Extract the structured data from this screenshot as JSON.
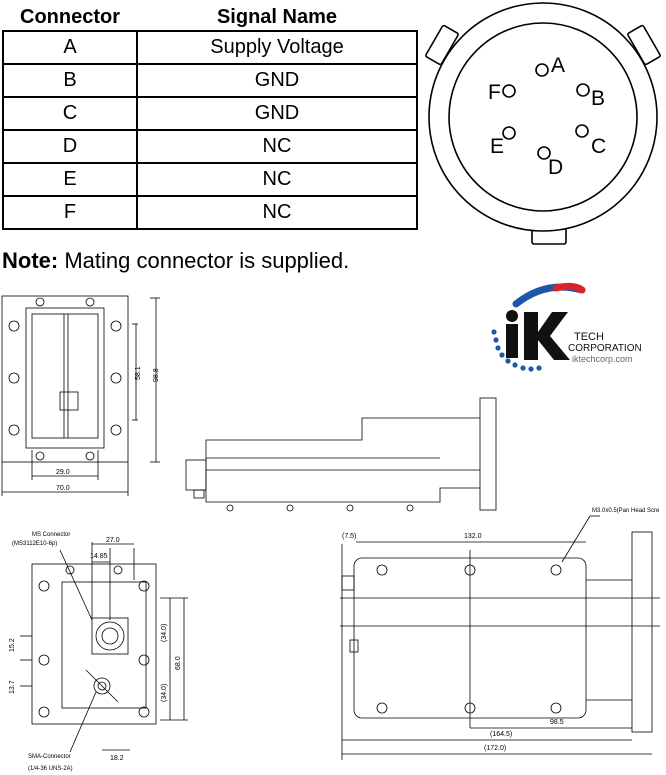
{
  "table": {
    "headers": [
      "Connector",
      "Signal Name"
    ],
    "rows": [
      {
        "pin": "A",
        "signal": "Supply Voltage"
      },
      {
        "pin": "B",
        "signal": "GND"
      },
      {
        "pin": "C",
        "signal": "GND"
      },
      {
        "pin": "D",
        "signal": "NC"
      },
      {
        "pin": "E",
        "signal": "NC"
      },
      {
        "pin": "F",
        "signal": "NC"
      }
    ]
  },
  "note": {
    "label": "Note:",
    "text": " Mating connector is supplied."
  },
  "connector_pins": [
    "A",
    "B",
    "C",
    "D",
    "E",
    "F"
  ],
  "logo": {
    "mark": "iK",
    "line1": "TECH",
    "line2": "CORPORATION",
    "url": "iktechcorp.com",
    "colors": {
      "blue": "#1f57a8",
      "red": "#d8242c",
      "black": "#111111"
    }
  },
  "dims": {
    "front": {
      "height_inner": "58.1",
      "height_outer": "98.8",
      "width_inner": "29.0",
      "width_outer": "70.0"
    },
    "bottom": {
      "ms_connector": "MS Connector",
      "ms_part": "(MS3112E10-6p)",
      "d270": "27.0",
      "d1485": "14.85",
      "d152": "15.2",
      "d137": "13.7",
      "d340a": "(34.0)",
      "d680": "68.0",
      "d340b": "(34.0)",
      "d182": "18.2",
      "sma": "SMA-Connector",
      "sma_thread": "(1/4-36 UNS-2A)"
    },
    "side": {
      "d75": "(7.5)",
      "d1320": "132.0",
      "screw": "M3.0x0.5(Pan Head Scre",
      "d985": "98.5",
      "d1645": "(164.5)",
      "d1720": "(172.0)"
    }
  }
}
